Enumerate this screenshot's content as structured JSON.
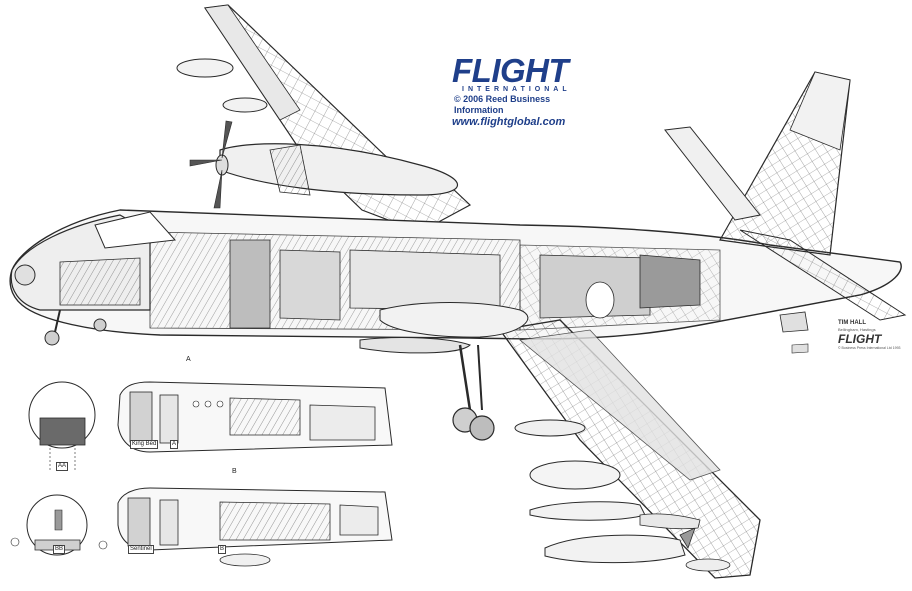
{
  "brand": {
    "title": "FLIGHT",
    "subtitle": "INTERNATIONAL",
    "copyright": "© 2006 Reed Business Information",
    "url": "www.flightglobal.com",
    "color": "#1f3f8a"
  },
  "credit": {
    "artist": "TIM HALL",
    "note": "Bellingham, Hastings",
    "logo": "FLIGHT",
    "copyright": "© Business Press International Ltd 1993"
  },
  "views": {
    "top": {
      "label": "King Bed",
      "marker": "A"
    },
    "bottom": {
      "label": "Sentinel",
      "marker": "B"
    }
  },
  "sections": {
    "aa": "AA",
    "bb": "BB"
  },
  "markers": {
    "a_arrow": "A",
    "b_arrow": "B"
  },
  "colors": {
    "line": "#2a2a2a",
    "shade": "#8a8a8a",
    "dark": "#555555",
    "paper": "#ffffff"
  }
}
